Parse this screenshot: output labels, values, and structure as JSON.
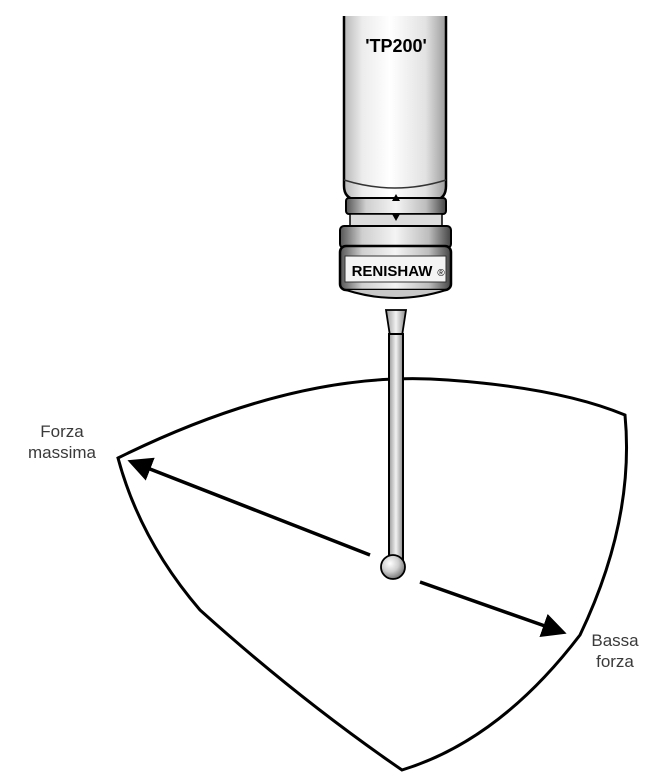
{
  "probe": {
    "model_text": "'TP200'",
    "brand_text": "RENISHAW",
    "brand_mark": "®"
  },
  "labels": {
    "max_force_line1": "Forza",
    "max_force_line2": "massima",
    "low_force_line1": "Bassa",
    "low_force_line2": "forza"
  },
  "colors": {
    "ink": "#000000",
    "label_text": "#3a3a3a",
    "background": "#ffffff"
  }
}
